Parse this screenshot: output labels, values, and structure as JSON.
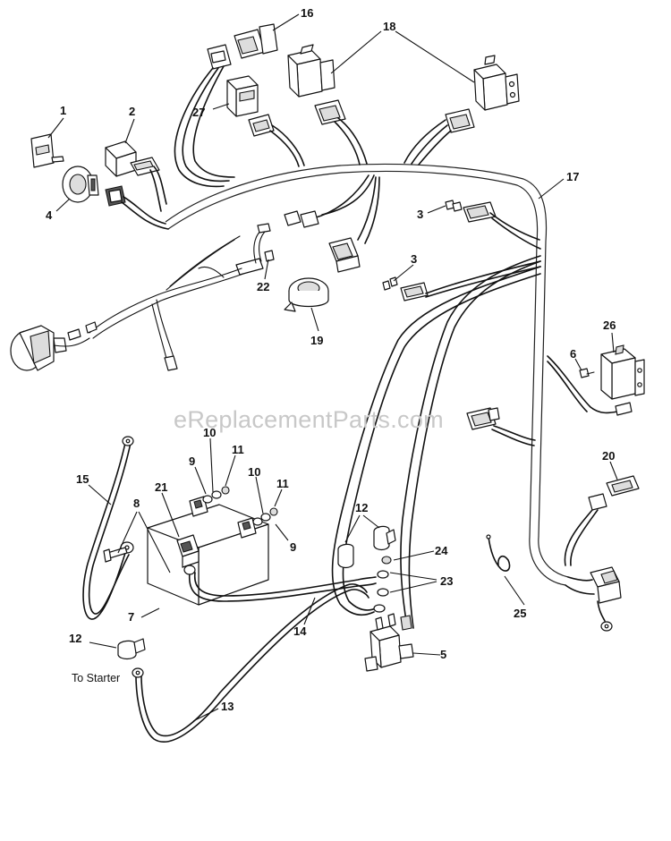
{
  "watermark": "eReplacementParts.com",
  "caption_to_starter": "To Starter",
  "callouts": [
    {
      "id": "c1",
      "label": "1"
    },
    {
      "id": "c2",
      "label": "2"
    },
    {
      "id": "c3a",
      "label": "3"
    },
    {
      "id": "c3b",
      "label": "3"
    },
    {
      "id": "c4",
      "label": "4"
    },
    {
      "id": "c5",
      "label": "5"
    },
    {
      "id": "c6",
      "label": "6"
    },
    {
      "id": "c7",
      "label": "7"
    },
    {
      "id": "c8",
      "label": "8"
    },
    {
      "id": "c9a",
      "label": "9"
    },
    {
      "id": "c9b",
      "label": "9"
    },
    {
      "id": "c10a",
      "label": "10"
    },
    {
      "id": "c10b",
      "label": "10"
    },
    {
      "id": "c11a",
      "label": "11"
    },
    {
      "id": "c11b",
      "label": "11"
    },
    {
      "id": "c12a",
      "label": "12"
    },
    {
      "id": "c12b",
      "label": "12"
    },
    {
      "id": "c13",
      "label": "13"
    },
    {
      "id": "c14",
      "label": "14"
    },
    {
      "id": "c15",
      "label": "15"
    },
    {
      "id": "c16",
      "label": "16"
    },
    {
      "id": "c17",
      "label": "17"
    },
    {
      "id": "c18",
      "label": "18"
    },
    {
      "id": "c19",
      "label": "19"
    },
    {
      "id": "c20",
      "label": "20"
    },
    {
      "id": "c21",
      "label": "21"
    },
    {
      "id": "c22",
      "label": "22"
    },
    {
      "id": "c23",
      "label": "23"
    },
    {
      "id": "c24",
      "label": "24"
    },
    {
      "id": "c25",
      "label": "25"
    },
    {
      "id": "c26",
      "label": "26"
    },
    {
      "id": "c27",
      "label": "27"
    }
  ]
}
